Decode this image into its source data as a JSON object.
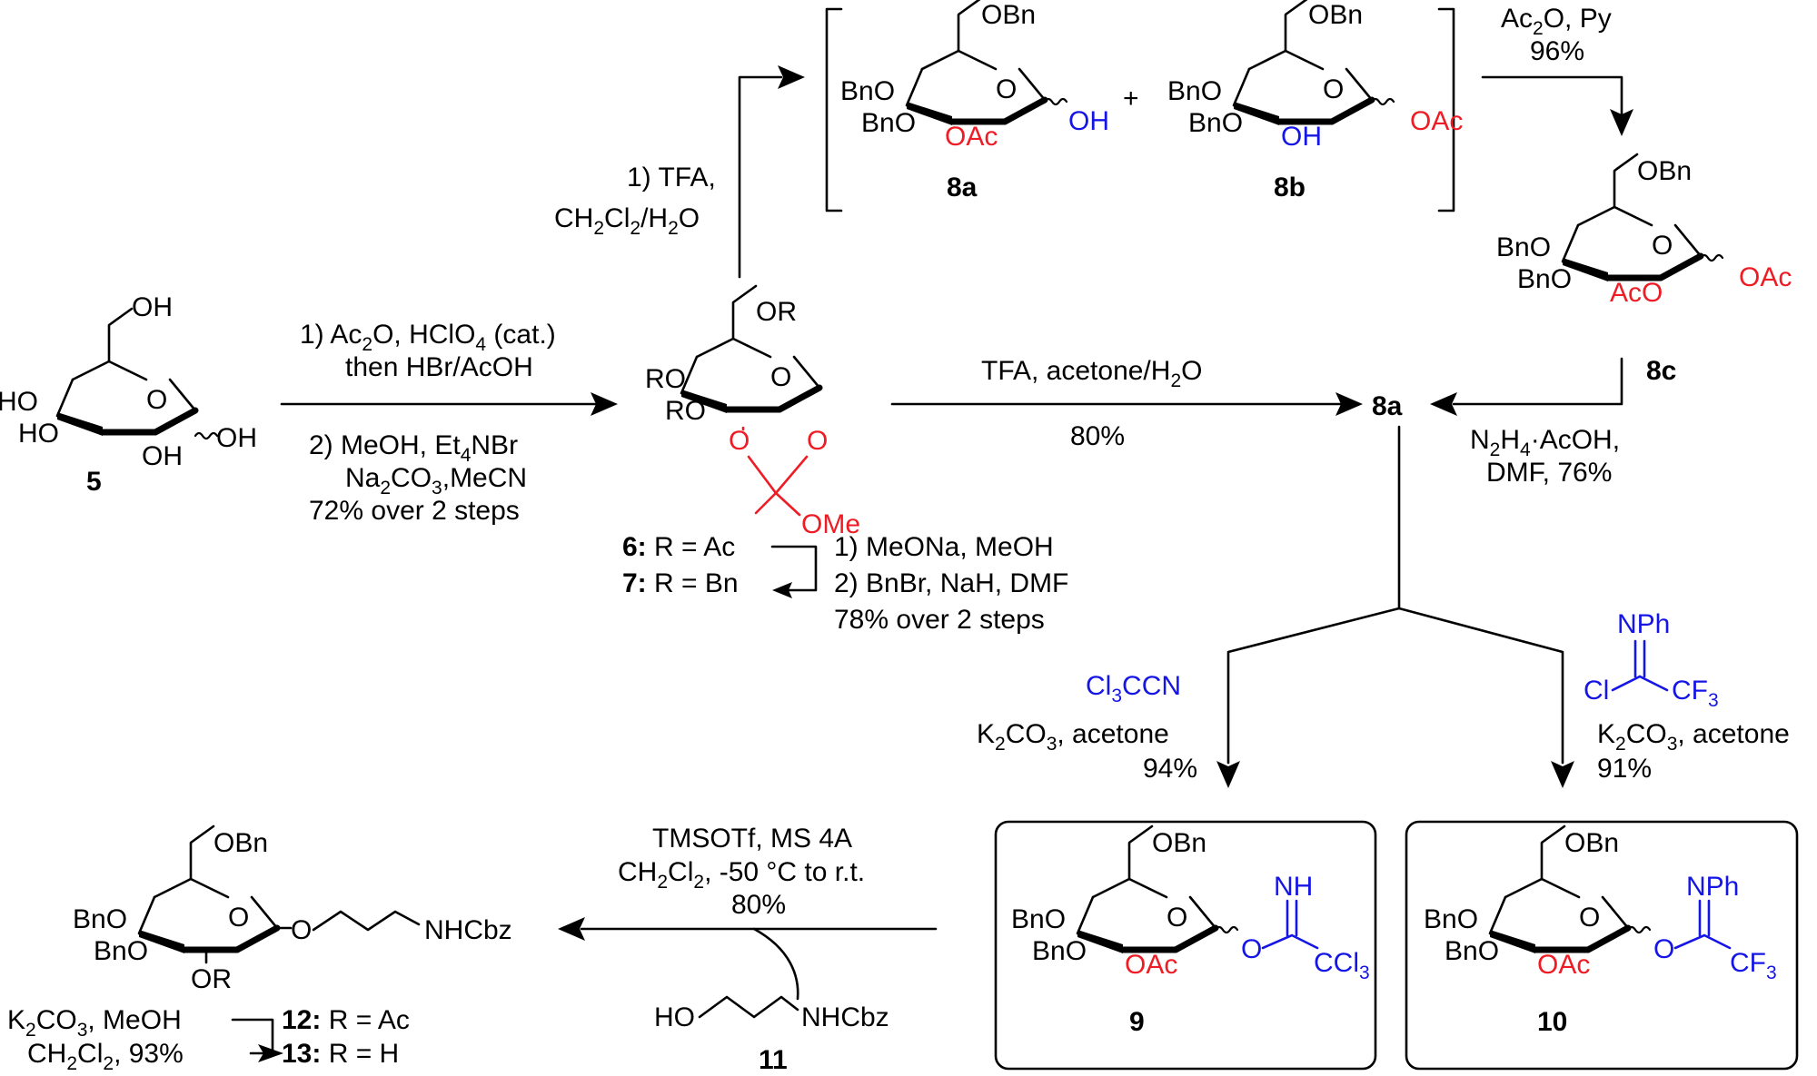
{
  "compounds": {
    "c5": {
      "label": "5",
      "oh6": "OH",
      "ho4": "HO",
      "ho3": "HO",
      "oh2": "OH",
      "oh1": "OH"
    },
    "c67": {
      "r6": "OR",
      "ro4": "RO",
      "ro3": "RO",
      "o_a": "O",
      "o_b": "O",
      "ring_o": "O",
      "ome": "OMe",
      "label6": "6:",
      "r6_text": " R = Ac",
      "label7": "7:",
      "r7_text": " R = Bn"
    },
    "c8a": {
      "label": "8a",
      "obn6": "OBn",
      "bno4": "BnO",
      "bno3": "BnO",
      "ring_o": "O",
      "oac2": "OAc",
      "oh1": "OH"
    },
    "c8b": {
      "label": "8b",
      "obn6": "OBn",
      "bno4": "BnO",
      "bno3": "BnO",
      "ring_o": "O",
      "oh2": "OH",
      "oac1": "OAc"
    },
    "c8c": {
      "label": "8c",
      "obn6": "OBn",
      "bno4": "BnO",
      "bno3": "BnO",
      "ring_o": "O",
      "aco2": "AcO",
      "oac1": "OAc"
    },
    "c8a_target": {
      "label": "8a"
    },
    "c9": {
      "label": "9",
      "obn6": "OBn",
      "bno4": "BnO",
      "bno3": "BnO",
      "ring_o": "O",
      "oac2": "OAc",
      "o1": "O",
      "nh": "NH",
      "ccl3": "CCl",
      "ccl3_sub": "3"
    },
    "c10": {
      "label": "10",
      "obn6": "OBn",
      "bno4": "BnO",
      "bno3": "BnO",
      "ring_o": "O",
      "oac2": "OAc",
      "o1": "O",
      "nph": "NPh",
      "cf3": "CF",
      "cf3_sub": "3"
    },
    "c11": {
      "label": "11",
      "ho": "HO",
      "nhcbz": "NHCbz"
    },
    "c12": {
      "obn6": "OBn",
      "bno4": "BnO",
      "bno3": "BnO",
      "ring_o": "O",
      "or2": "OR",
      "o1": "O",
      "nhcbz": "NHCbz",
      "label12": "12:",
      "r12_text": " R = Ac",
      "label13": "13:",
      "r13_text": " R = H"
    },
    "imidoyl": {
      "nph": "NPh",
      "cl": "Cl",
      "cf3": "CF",
      "cf3_sub": "3"
    }
  },
  "conditions": {
    "step1_l1": "1) Ac",
    "step1_l1_sub": "2",
    "step1_l1_b": "O, HClO",
    "step1_l1_sub2": "4",
    "step1_l1_c": " (cat.)",
    "step1_l2": "then HBr/AcOH",
    "step1_l3": "2) MeOH, Et",
    "step1_l3_sub": "4",
    "step1_l3_b": "NBr",
    "step1_l4": "Na",
    "step1_l4_sub": "2",
    "step1_l4_b": "CO",
    "step1_l4_sub2": "3",
    "step1_l4_c": ",MeCN",
    "step1_l5": "72% over 2 steps",
    "step_tfa_l1": "1) TFA,",
    "step_tfa_l2a": "CH",
    "step_tfa_l2_sub1": "2",
    "step_tfa_l2b": "Cl",
    "step_tfa_l2_sub2": "2",
    "step_tfa_l2c": "/H",
    "step_tfa_l2_sub3": "2",
    "step_tfa_l2d": "O",
    "step_ac2o_l1": "Ac",
    "step_ac2o_l1_sub": "2",
    "step_ac2o_l1_b": "O, Py",
    "step_ac2o_l2": "96%",
    "step_acetone_l1": "TFA, acetone/H",
    "step_acetone_l1_sub": "2",
    "step_acetone_l1_b": "O",
    "step_acetone_l2": "80%",
    "step_hyd_l1": "N",
    "step_hyd_l1_sub": "2",
    "step_hyd_l1_b": "H",
    "step_hyd_l1_sub2": "4",
    "step_hyd_l1_c": "·AcOH,",
    "step_hyd_l2": "DMF, 76%",
    "step_bn_l1": "1) MeONa, MeOH",
    "step_bn_l2": "2) BnBr, NaH, DMF",
    "step_bn_l3": "78% over 2 steps",
    "step9_l1": "Cl",
    "step9_l1_sub": "3",
    "step9_l1_b": "CCN",
    "step9_l2": "K",
    "step9_l2_sub": "2",
    "step9_l2_b": "CO",
    "step9_l2_sub2": "3",
    "step9_l2_c": ", acetone",
    "step9_l3": "94%",
    "step10_l2": "K",
    "step10_l2_sub": "2",
    "step10_l2_b": "CO",
    "step10_l2_sub2": "3",
    "step10_l2_c": ", acetone",
    "step10_l3": "91%",
    "glyc_l1": "TMSOTf, MS 4A",
    "glyc_l2a": "CH",
    "glyc_l2_sub1": "2",
    "glyc_l2b": "Cl",
    "glyc_l2_sub2": "2",
    "glyc_l2c": ", -50 °C to r.t.",
    "glyc_l3": "80%",
    "deac_l1": "K",
    "deac_l1_sub": "2",
    "deac_l1_b": "CO",
    "deac_l1_sub2": "3",
    "deac_l1_c": ", MeOH",
    "deac_l2": "CH",
    "deac_l2_sub": "2",
    "deac_l2_b": "Cl",
    "deac_l2_sub2": "2",
    "deac_l2_c": ", 93%"
  },
  "symbols": {
    "plus": "+",
    "alpha_beta": "~"
  },
  "colors": {
    "red": "#ee1c25",
    "blue": "#1515e6",
    "black": "#000000"
  }
}
